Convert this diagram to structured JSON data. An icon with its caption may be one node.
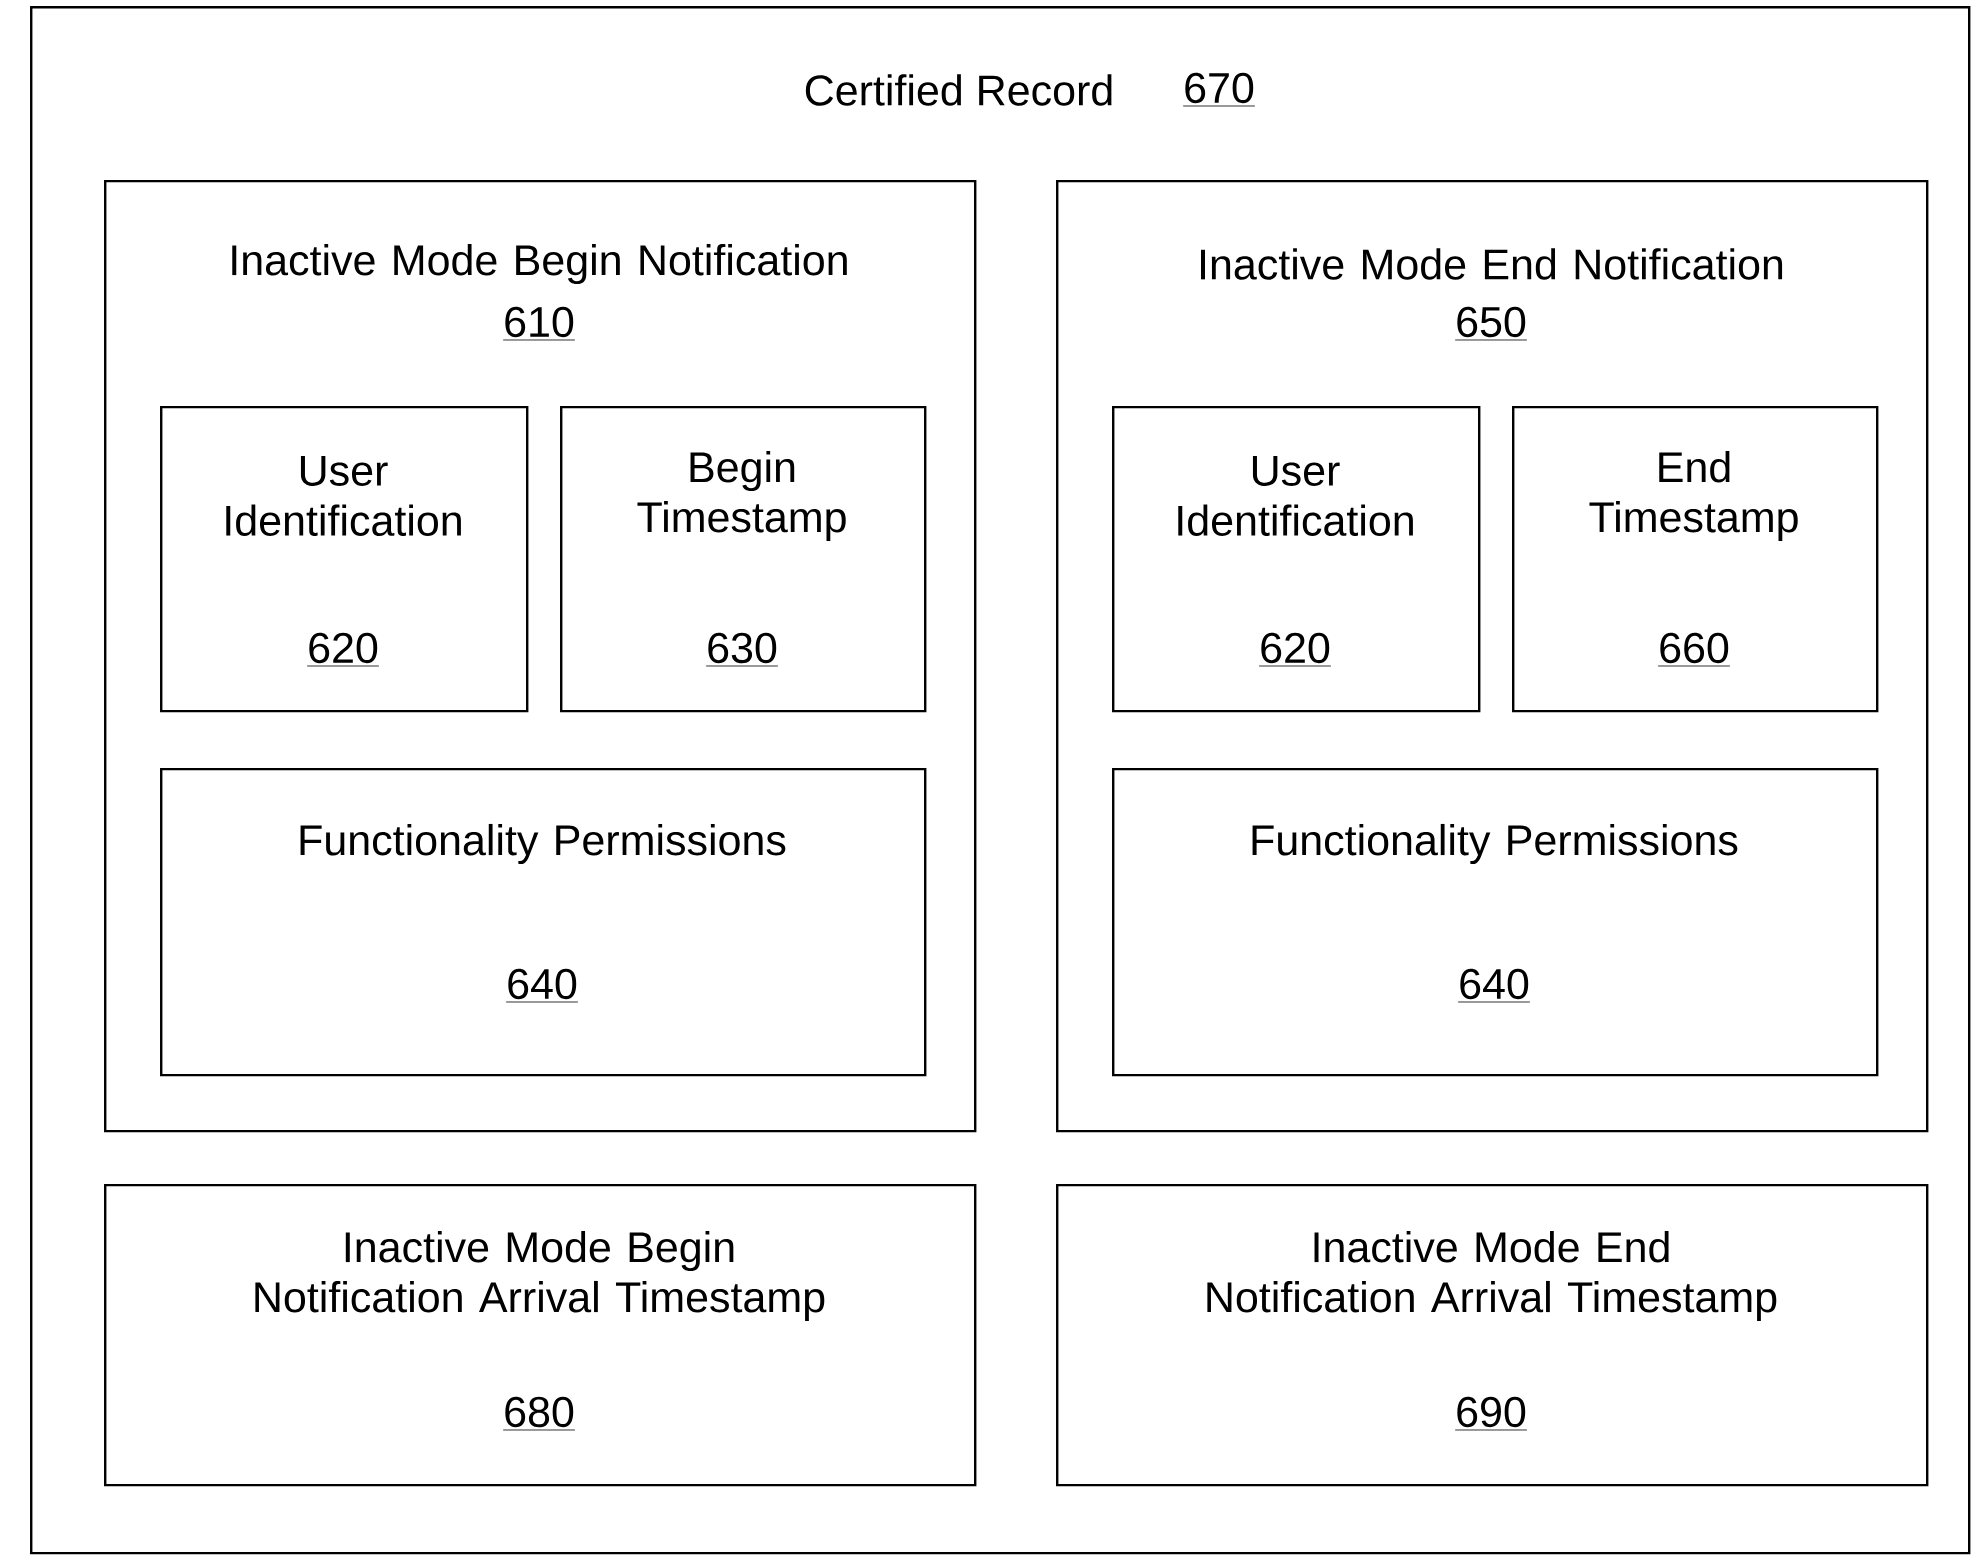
{
  "diagram": {
    "nodes": [
      {
        "text": [
          "Certified Record",
          "670"
        ]
      },
      {
        "text": [
          "Inactive Mode Begin Notification",
          "610"
        ],
        "in": 0
      },
      {
        "text": [
          "User Identification",
          "620"
        ],
        "in": 1
      },
      {
        "text": [
          "Begin Timestamp",
          "630"
        ],
        "in": 1
      },
      {
        "text": [
          "Functionality Permissions",
          "640"
        ],
        "in": 1
      },
      {
        "text": [
          "Inactive Mode End Notification",
          "650"
        ],
        "in": 0
      },
      {
        "text": [
          "User Identification",
          "620"
        ],
        "in": 5
      },
      {
        "text": [
          "End Timestamp",
          "660"
        ],
        "in": 5
      },
      {
        "text": [
          "Functionality Permissions",
          "640"
        ],
        "in": 5
      },
      {
        "text": [
          "Inactive Mode Begin Notification Arrival Timestamp",
          "680"
        ],
        "in": 0
      },
      {
        "text": [
          "Inactive Mode End Notification Arrival Timestamp",
          "690"
        ],
        "in": 0
      }
    ]
  }
}
